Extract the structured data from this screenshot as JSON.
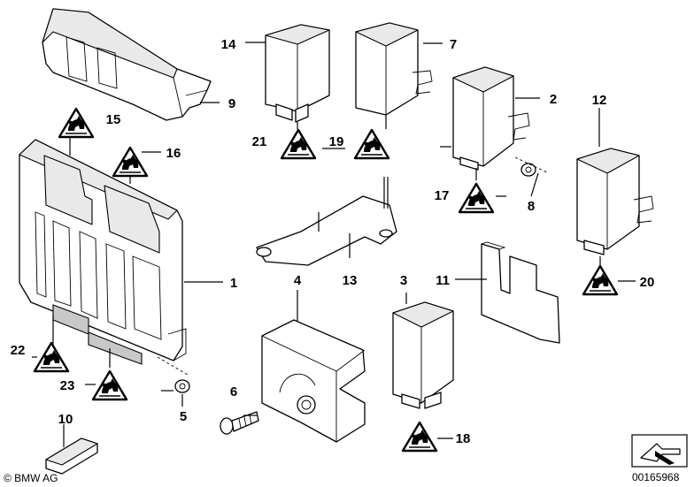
{
  "part_numbers": {
    "p1": "1",
    "p2": "2",
    "p3": "3",
    "p4": "4",
    "p5": "5",
    "p6": "6",
    "p7": "7",
    "p8": "8",
    "p9": "9",
    "p10": "10",
    "p11": "11",
    "p12": "12",
    "p13": "13",
    "p14": "14",
    "p15": "15",
    "p16": "16",
    "p17": "17",
    "p18": "18",
    "p19": "19",
    "p20": "20",
    "p21": "21",
    "p22": "22",
    "p23": "23"
  },
  "footer": {
    "copyright": "© BMW AG",
    "diagram_id": "00165968"
  },
  "icons": {
    "warning_triangle": "esd-warning-triangle-icon",
    "nav_arrow": "next-page-arrow-icon"
  }
}
